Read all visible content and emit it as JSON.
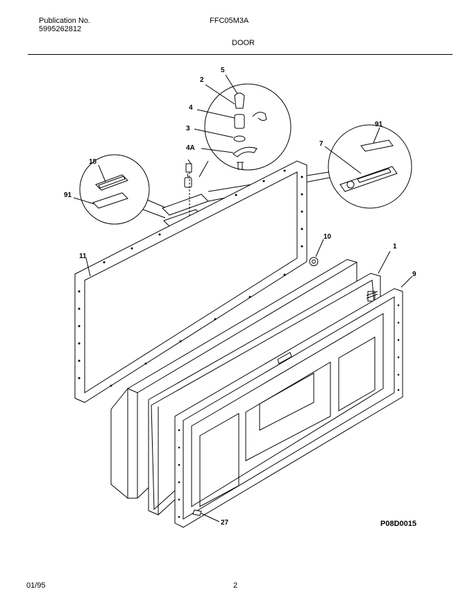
{
  "header": {
    "publication_label": "Publication No.",
    "publication_number": "5995262812",
    "model": "FFC05M3A",
    "section": "DOOR"
  },
  "diagram": {
    "callouts": [
      "5",
      "2",
      "4",
      "3",
      "4A",
      "91",
      "7",
      "18",
      "91",
      "10",
      "11",
      "1",
      "9",
      "27"
    ],
    "figure_code": "P08D0015"
  },
  "footer": {
    "date": "01/95",
    "page": "2"
  }
}
